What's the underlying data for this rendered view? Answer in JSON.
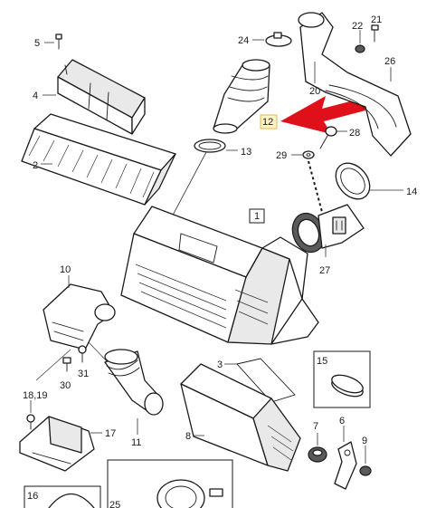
{
  "callouts": {
    "c1": "1",
    "c2": "2",
    "c3": "3",
    "c4": "4",
    "c5": "5",
    "c6": "6",
    "c7": "7",
    "c8": "8",
    "c9": "9",
    "c10": "10",
    "c11": "11",
    "c12": "12",
    "c13": "13",
    "c14": "14",
    "c15": "15",
    "c16": "16",
    "c17": "17",
    "c18_19": "18,19",
    "c20": "20",
    "c21": "21",
    "c22": "22",
    "c24": "24",
    "c25": "25",
    "c26": "26",
    "c27": "27",
    "c28": "28",
    "c29": "29",
    "c30": "30",
    "c31": "31"
  },
  "highlight": {
    "callout": "12",
    "arrow_color": "#e0101a"
  }
}
